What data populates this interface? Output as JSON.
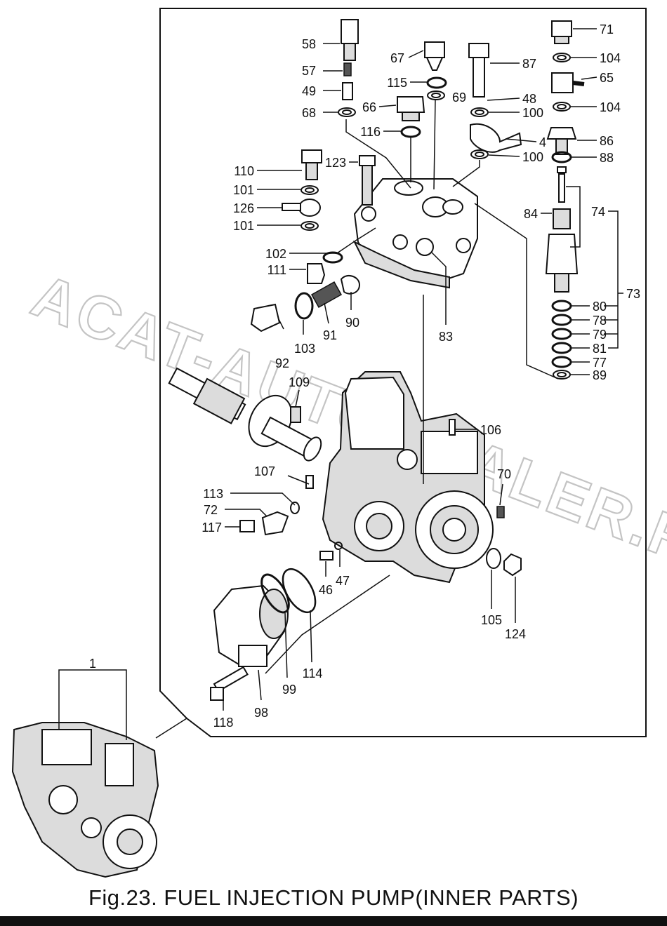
{
  "caption": "Fig.23.  FUEL INJECTION PUMP(INNER PARTS)",
  "watermark": "ACAT-AUTODEALER.RU",
  "colors": {
    "line": "#111111",
    "watermark": "#c4c4c4",
    "background": "#ffffff"
  },
  "callouts": [
    "1",
    "4",
    "46",
    "47",
    "48",
    "49",
    "57",
    "58",
    "65",
    "66",
    "67",
    "68",
    "69",
    "70",
    "71",
    "72",
    "73",
    "74",
    "77",
    "78",
    "79",
    "80",
    "81",
    "83",
    "84",
    "86",
    "87",
    "88",
    "89",
    "90",
    "91",
    "92",
    "98",
    "99",
    "100",
    "100",
    "101",
    "101",
    "102",
    "103",
    "104",
    "104",
    "105",
    "106",
    "107",
    "109",
    "110",
    "111",
    "113",
    "114",
    "115",
    "116",
    "117",
    "118",
    "123",
    "124",
    "126"
  ]
}
